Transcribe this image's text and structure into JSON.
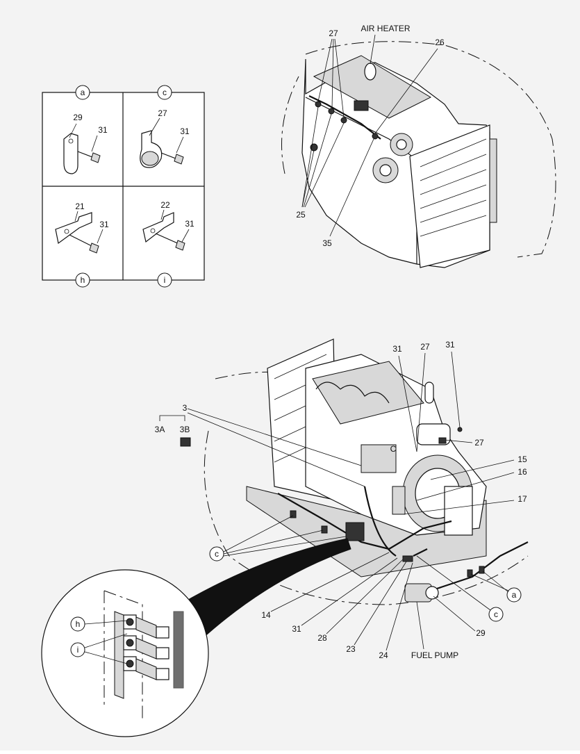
{
  "detail_grid": {
    "cells": [
      {
        "tag": "a",
        "part": "29",
        "bolt": "31"
      },
      {
        "tag": "c",
        "part": "27",
        "bolt": "31"
      },
      {
        "tag": "h",
        "part": "21",
        "bolt": "31"
      },
      {
        "tag": "i",
        "part": "22",
        "bolt": "31"
      }
    ]
  },
  "top_view": {
    "labels": {
      "air_heater": "AIR HEATER",
      "p27": "27",
      "p26": "26",
      "p25": "25",
      "p35": "35"
    }
  },
  "bottom_view": {
    "labels": {
      "p3": "3",
      "p3a": "3A",
      "p3b": "3B",
      "p31a": "31",
      "p27a": "27",
      "p31b": "31",
      "p27b": "27",
      "p15": "15",
      "p16": "16",
      "p17": "17",
      "pc_small": "C",
      "tag_c1": "c",
      "tag_a": "a",
      "tag_c2": "c",
      "p14": "14",
      "p31c": "31",
      "p28": "28",
      "p23": "23",
      "p24": "24",
      "p29": "29",
      "fuel_pump": "FUEL PUMP"
    }
  },
  "zoom_detail": {
    "tag_h": "h",
    "tag_i": "i"
  }
}
